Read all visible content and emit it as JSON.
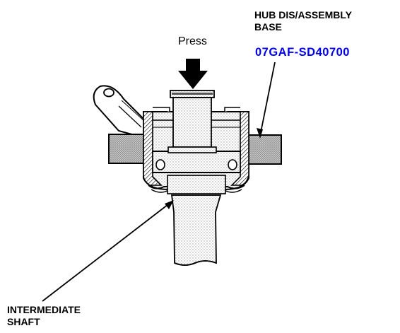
{
  "press_label": "Press",
  "tool": {
    "name_line1": "HUB DIS/ASSEMBLY",
    "name_line2": "BASE",
    "part_number": "07GAF-SD40700"
  },
  "shaft": {
    "line1": "INTERMEDIATE",
    "line2": "SHAFT"
  },
  "colors": {
    "part_number": "#0000ee",
    "ink": "#000000",
    "stipple": "#dcdcdc",
    "tool_block": "#b4b4b4"
  }
}
